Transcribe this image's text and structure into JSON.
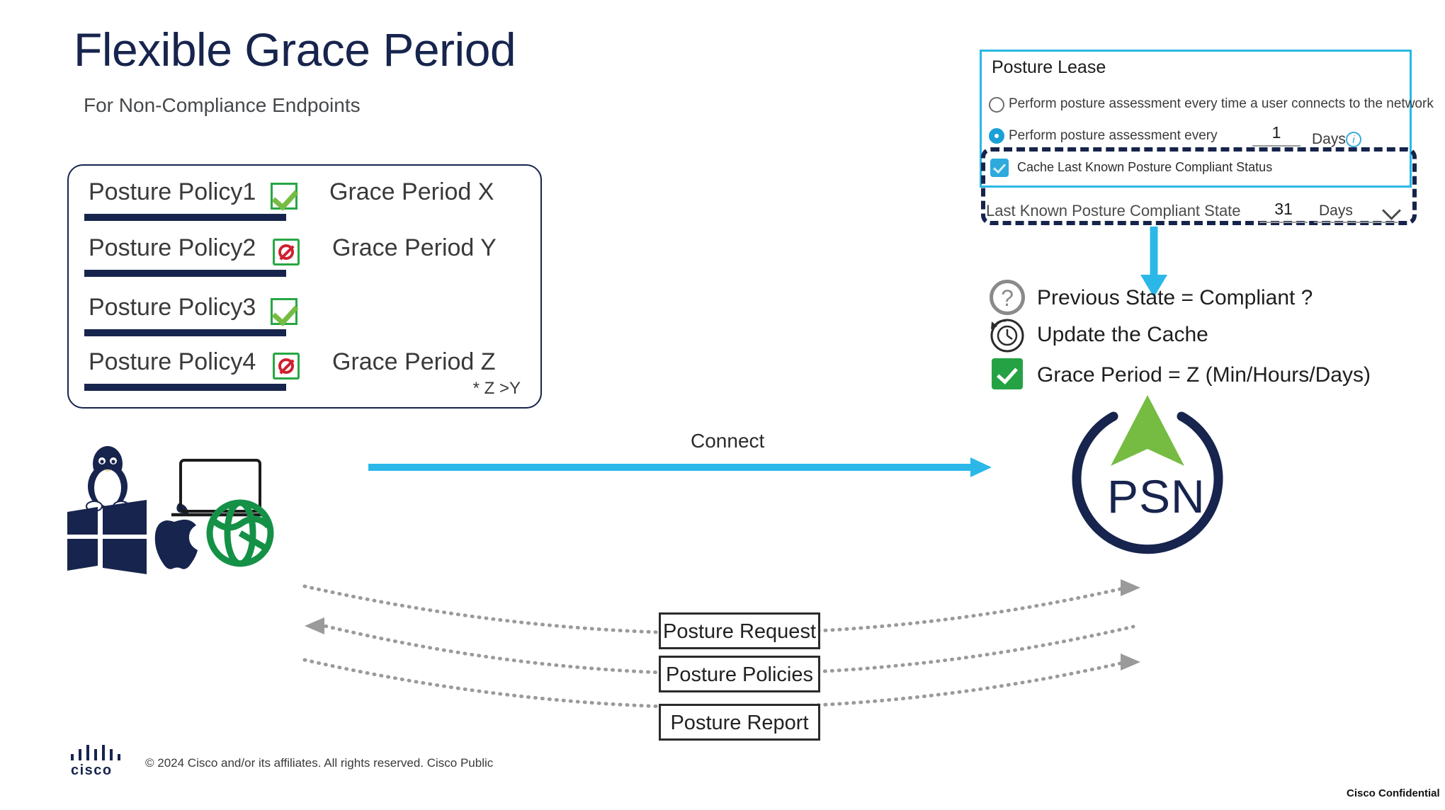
{
  "slide": {
    "title": "Flexible Grace Period",
    "subtitle": "For Non-Compliance Endpoints"
  },
  "policy_card": {
    "footnote": "* Z >Y",
    "rows": [
      {
        "name": "Posture Policy1",
        "status_icon": "green-check-icon",
        "status": "compliant",
        "grace": "Grace Period X"
      },
      {
        "name": "Posture Policy2",
        "status_icon": "red-blocked-icon",
        "status": "non-compliant",
        "grace": "Grace Period Y"
      },
      {
        "name": "Posture Policy3",
        "status_icon": "green-check-icon",
        "status": "compliant",
        "grace": ""
      },
      {
        "name": "Posture Policy4",
        "status_icon": "red-blocked-icon",
        "status": "non-compliant",
        "grace": "Grace Period Z"
      }
    ]
  },
  "endpoints": {
    "os_icons": [
      "linux-penguin-icon",
      "windows-logo-icon",
      "apple-logo-icon"
    ],
    "device_icons": [
      "laptop-icon",
      "browser-globe-icon"
    ]
  },
  "connect_arrow": {
    "label": "Connect",
    "color": "#2bb8e8"
  },
  "posture_lease": {
    "title": "Posture Lease",
    "border_color": "#29b8e5",
    "options": [
      {
        "label": "Perform posture assessment every time a user connects to the network",
        "selected": false
      },
      {
        "label": "Perform posture assessment every",
        "selected": true,
        "value": "1",
        "unit": "Days",
        "info_icon": "info-circle-icon"
      }
    ],
    "highlight": {
      "checkbox": {
        "label": "Cache Last Known Posture Compliant Status",
        "checked": true
      },
      "field": {
        "label": "Last Known Posture Compliant State",
        "value": "31",
        "unit": "Days",
        "dropdown_icon": "chevron-down-icon"
      },
      "outline_color": "#16244b"
    }
  },
  "flow_list": [
    {
      "icon": "question-circle-icon",
      "text": "Previous State = Compliant ?"
    },
    {
      "icon": "clock-refresh-icon",
      "text": "Update the Cache"
    },
    {
      "icon": "green-check-icon",
      "text": "Grace Period = Z (Min/Hours/Days)"
    }
  ],
  "psn": {
    "label": "PSN",
    "arc_color": "#17244d",
    "arrow_color": "#76bc43"
  },
  "exchange_boxes": [
    {
      "label": "Posture Request",
      "direction": "right"
    },
    {
      "label": "Posture Policies",
      "direction": "left"
    },
    {
      "label": "Posture Report",
      "direction": "right"
    }
  ],
  "footer": {
    "brand": "cisco",
    "copyright": "© 2024  Cisco and/or its affiliates. All rights reserved.   Cisco Public",
    "confidential": "Cisco Confidential"
  }
}
